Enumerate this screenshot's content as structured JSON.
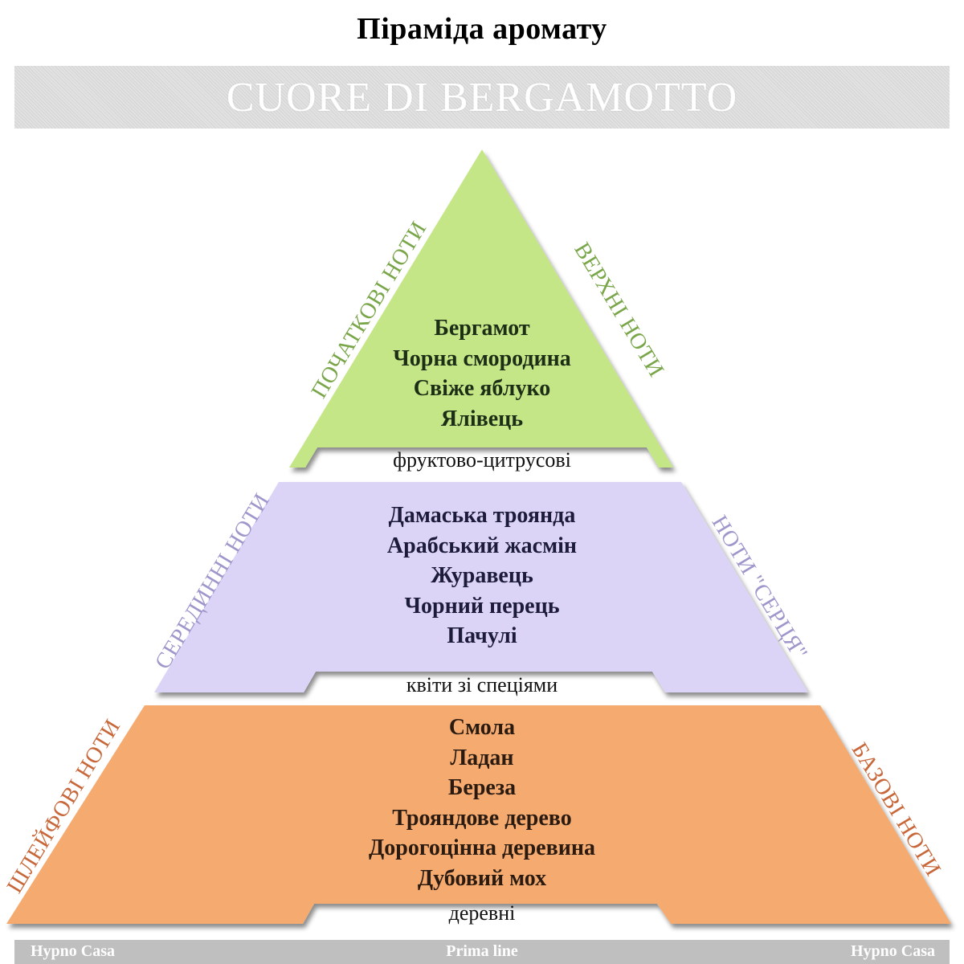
{
  "title": "Піраміда аромату",
  "banner": "CUORE DI BERGAMOTTO",
  "colors": {
    "top": "#c5e686",
    "middle": "#dcd4f6",
    "base": "#f5ab70",
    "top_label": "#7aa64a",
    "middle_label": "#9f96cc",
    "base_label": "#c8683a"
  },
  "tiers": {
    "top": {
      "left_label": "ПОЧАТКОВІ НОТИ",
      "right_label": "ВЕРХНІ НОТИ",
      "notes": [
        "Бергамот",
        "Чорна смородина",
        "Свіже яблуко",
        "Ялівець"
      ],
      "family": "фруктово-цитрусові"
    },
    "middle": {
      "left_label": "СЕРЕДИННІ НОТИ",
      "right_label": "НОТИ \"СЕРЦЯ\"",
      "notes": [
        "Дамаська троянда",
        "Арабський жасмін",
        "Журавець",
        "Чорний перець",
        "Пачулі"
      ],
      "family": "квіти зі спеціями"
    },
    "base": {
      "left_label": "ШЛЕЙФОВІ НОТИ",
      "right_label": "БАЗОВІ НОТИ",
      "notes": [
        "Смола",
        "Ладан",
        "Береза",
        "Трояндове дерево",
        "Дорогоцінна деревина",
        "Дубовий мох"
      ],
      "family": "деревні"
    }
  },
  "footer": {
    "left": "Hypno Casa",
    "center": "Prima line",
    "right": "Hypno Casa"
  }
}
